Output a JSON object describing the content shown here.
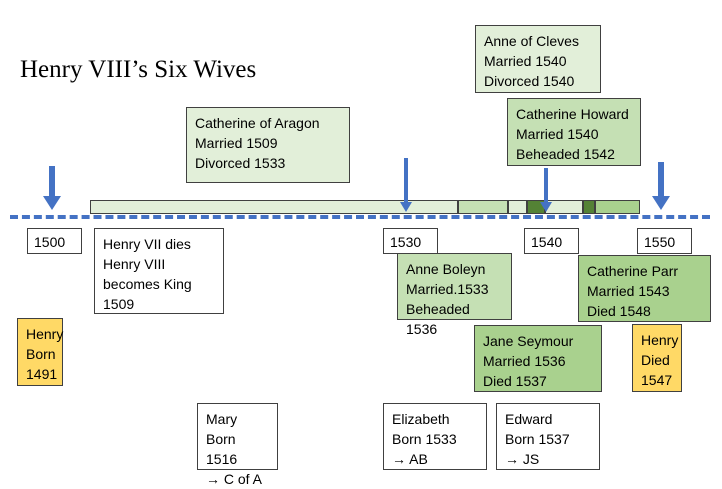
{
  "title": "Henry VIII’s Six Wives",
  "colors": {
    "axis": "#4472c4",
    "light_green": "#e2efd9",
    "mid_green": "#c5e0b4",
    "green": "#a9d18e",
    "dark_green": "#548235",
    "gold": "#ffd966"
  },
  "years": [
    "1500",
    "1530",
    "1540",
    "1550"
  ],
  "wives": {
    "aragon": "Catherine of Aragon\nMarried 1509\nDivorced 1533",
    "cleves": "Anne of Cleves\nMarried 1540\nDivorced 1540",
    "howard": "Catherine Howard\nMarried 1540\nBeheaded 1542",
    "boleyn": "Anne Boleyn\nMarried.1533\nBeheaded 1536",
    "parr": "Catherine Parr\nMarried 1543\nDied 1548",
    "seymour": "Jane Seymour\nMarried 1536\nDied 1537"
  },
  "events": {
    "henry_vii_dies": "Henry VII dies\nHenry VIII\nbecomes King\n1509",
    "henry_born": "Henry\nBorn\n1491",
    "henry_died": "Henry\nDied\n1547"
  },
  "children": {
    "mary": "Mary\nBorn 1516\n→ C of A",
    "elizabeth": "Elizabeth\nBorn 1533\n→ AB",
    "edward": "Edward\nBorn 1537\n→ JS"
  }
}
